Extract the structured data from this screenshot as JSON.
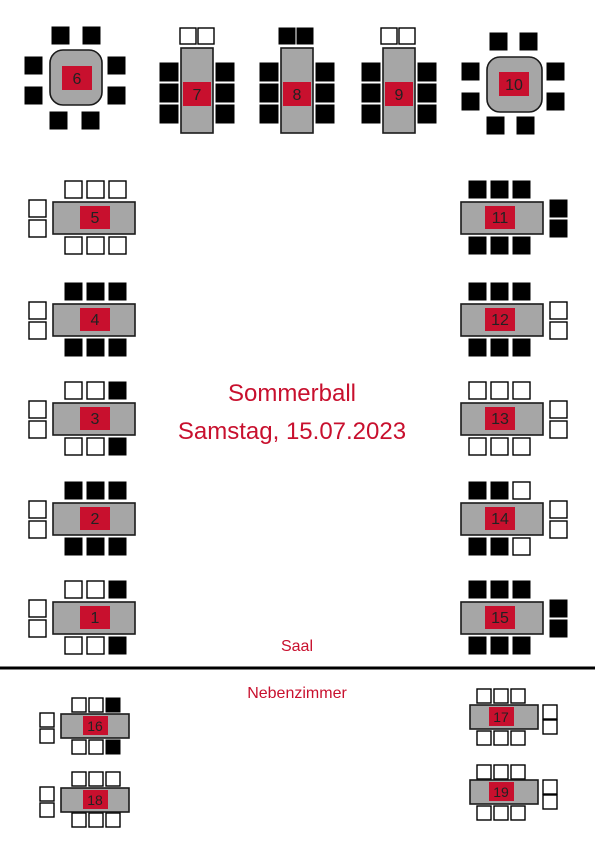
{
  "title": {
    "line1": "Sommerball",
    "line2": "Samstag, 15.07.2023"
  },
  "rooms": {
    "main": "Saal",
    "side": "Nebenzimmer"
  },
  "colors": {
    "accent": "#c8102e",
    "table": "#a6a6a6",
    "occupied": "#000000",
    "free": "#ffffff"
  },
  "tables": [
    {
      "number": "6",
      "shape": "round",
      "seats_occupied": 8,
      "seats_free": 0
    },
    {
      "number": "7",
      "shape": "long-vertical",
      "seats_occupied": 6,
      "seats_free": 2
    },
    {
      "number": "8",
      "shape": "long-vertical",
      "seats_occupied": 8,
      "seats_free": 0
    },
    {
      "number": "9",
      "shape": "long-vertical",
      "seats_occupied": 6,
      "seats_free": 2
    },
    {
      "number": "10",
      "shape": "round",
      "seats_occupied": 8,
      "seats_free": 0
    },
    {
      "number": "5",
      "shape": "long-horizontal",
      "seats_occupied": 0,
      "seats_free": 8
    },
    {
      "number": "4",
      "shape": "long-horizontal",
      "seats_occupied": 6,
      "seats_free": 2
    },
    {
      "number": "3",
      "shape": "long-horizontal",
      "seats_occupied": 2,
      "seats_free": 6
    },
    {
      "number": "2",
      "shape": "long-horizontal",
      "seats_occupied": 6,
      "seats_free": 2
    },
    {
      "number": "1",
      "shape": "long-horizontal",
      "seats_occupied": 2,
      "seats_free": 6
    },
    {
      "number": "11",
      "shape": "long-horizontal",
      "seats_occupied": 8,
      "seats_free": 0
    },
    {
      "number": "12",
      "shape": "long-horizontal",
      "seats_occupied": 6,
      "seats_free": 2
    },
    {
      "number": "13",
      "shape": "long-horizontal",
      "seats_occupied": 0,
      "seats_free": 8
    },
    {
      "number": "14",
      "shape": "long-horizontal",
      "seats_occupied": 4,
      "seats_free": 4
    },
    {
      "number": "15",
      "shape": "long-horizontal",
      "seats_occupied": 8,
      "seats_free": 0
    },
    {
      "number": "16",
      "shape": "long-horizontal",
      "seats_occupied": 2,
      "seats_free": 6
    },
    {
      "number": "18",
      "shape": "long-horizontal",
      "seats_occupied": 0,
      "seats_free": 8
    },
    {
      "number": "17",
      "shape": "long-horizontal",
      "seats_occupied": 0,
      "seats_free": 8
    },
    {
      "number": "19",
      "shape": "long-horizontal",
      "seats_occupied": 0,
      "seats_free": 8
    }
  ]
}
